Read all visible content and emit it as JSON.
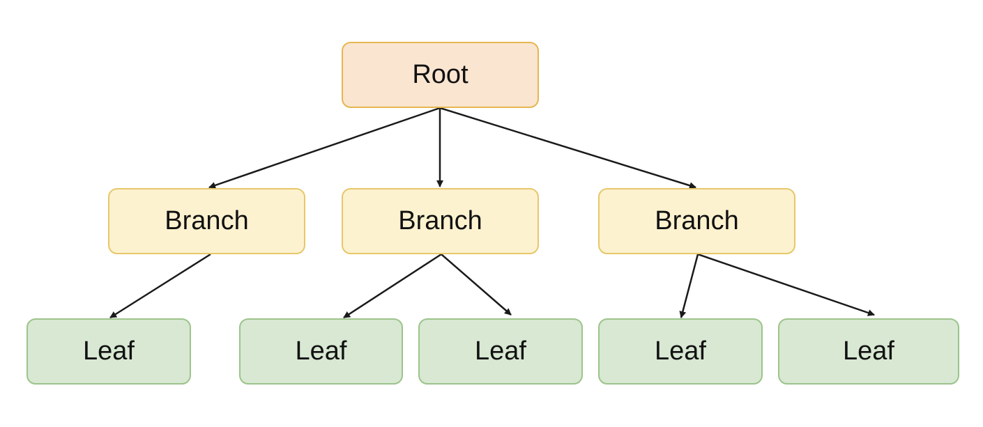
{
  "tree": {
    "root": {
      "label": "Root"
    },
    "branches": [
      {
        "label": "Branch"
      },
      {
        "label": "Branch"
      },
      {
        "label": "Branch"
      }
    ],
    "leaves": [
      {
        "label": "Leaf"
      },
      {
        "label": "Leaf"
      },
      {
        "label": "Leaf"
      },
      {
        "label": "Leaf"
      },
      {
        "label": "Leaf"
      }
    ],
    "colors": {
      "root_fill": "#fae5d0",
      "root_border": "#e6b64f",
      "branch_fill": "#fdf2cf",
      "branch_border": "#e6c76a",
      "leaf_fill": "#d8e8d3",
      "leaf_border": "#9cc48a",
      "edge": "#1a1a1a"
    }
  }
}
